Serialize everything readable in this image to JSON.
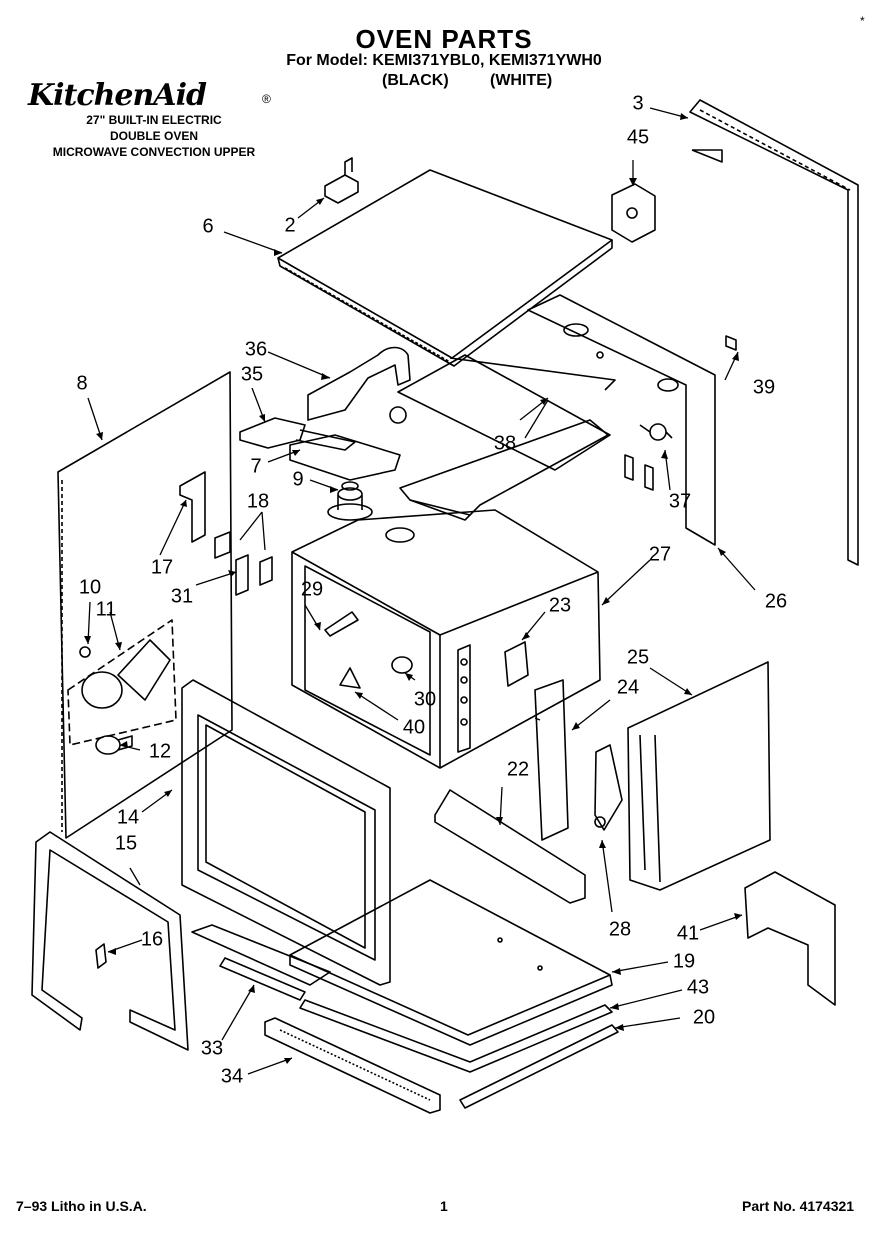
{
  "header": {
    "title": "OVEN PARTS",
    "model_line": "For Model: KEMI371YBL0, KEMI371YWH0",
    "color_black": "(BLACK)",
    "color_white": "(WHITE)",
    "brand": "KitchenAid",
    "description": [
      "27\" BUILT-IN ELECTRIC",
      "DOUBLE OVEN",
      "MICROWAVE CONVECTION UPPER"
    ],
    "corner_mark": "*"
  },
  "callouts": [
    "2",
    "3",
    "6",
    "7",
    "8",
    "9",
    "10",
    "11",
    "12",
    "14",
    "15",
    "16",
    "17",
    "18",
    "19",
    "20",
    "22",
    "23",
    "24",
    "25",
    "26",
    "27",
    "28",
    "29",
    "30",
    "31",
    "33",
    "34",
    "35",
    "36",
    "37",
    "38",
    "39",
    "40",
    "41",
    "43",
    "45"
  ],
  "footer": {
    "left": "7–93  Litho in U.S.A.",
    "center": "1",
    "right": "Part No. 4174321"
  }
}
